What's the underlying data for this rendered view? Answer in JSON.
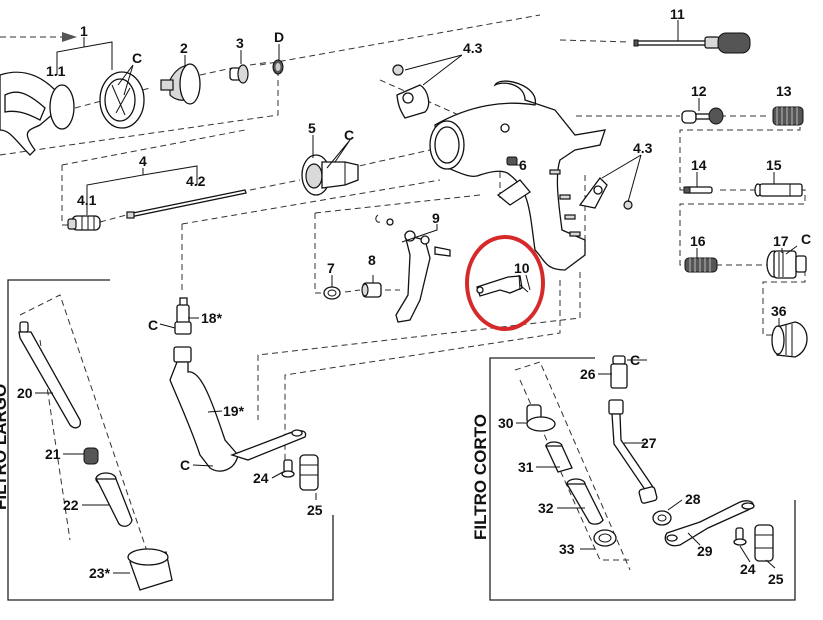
{
  "diagram": {
    "type": "exploded parts diagram",
    "subject": "spray gun",
    "highlight_color": "#d62a2a",
    "highlighted_part": "10",
    "group_labels": {
      "long_filter": "FILTRO LARGO",
      "short_filter": "FILTRO CORTO"
    },
    "labels": {
      "p1": "1",
      "p1_1": "1.1",
      "p2": "2",
      "p3": "3",
      "pD": "D",
      "pC_tip": "C",
      "p4": "4",
      "p4_1": "4.1",
      "p4_2": "4.2",
      "p4_3_top": "4.3",
      "p4_3_right": "4.3",
      "p5": "5",
      "pC_5": "C",
      "p6": "6",
      "p7": "7",
      "p8": "8",
      "p9": "9",
      "p10": "10",
      "p11": "11",
      "p12": "12",
      "p13": "13",
      "p14": "14",
      "p15": "15",
      "p16": "16",
      "p17": "17",
      "pC_17": "C",
      "p36": "36",
      "p18": "18*",
      "pC_18": "C",
      "p19": "19*",
      "pC_19": "C",
      "p20": "20",
      "p21": "21",
      "p22": "22",
      "p23": "23*",
      "p24_a": "24",
      "p25_a": "25",
      "p26": "26",
      "pC_26": "C",
      "p27": "27",
      "p28": "28",
      "p29": "29",
      "p24_b": "24",
      "p25_b": "25",
      "p30": "30",
      "p31": "31",
      "p32": "32",
      "p33": "33"
    }
  }
}
